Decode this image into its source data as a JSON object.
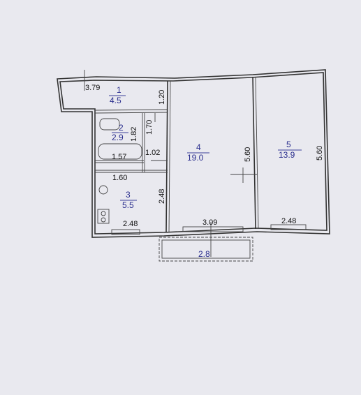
{
  "rooms": [
    {
      "number": "1",
      "area": "4.5"
    },
    {
      "number": "2",
      "area": "2.9"
    },
    {
      "number": "3",
      "area": "5.5"
    },
    {
      "number": "4",
      "area": "19.0"
    },
    {
      "number": "5",
      "area": "13.9"
    },
    {
      "area": "2.8"
    }
  ],
  "dimensions": {
    "hall_length": "3.79",
    "hall_width": "1.20",
    "bath_height": "1.82",
    "corridor_height": "1.70",
    "bath_width": "1.57",
    "corridor_width": "1.02",
    "kitchen_width_top": "1.60",
    "kitchen_height": "2.48",
    "kitchen_width_bottom": "2.48",
    "room4_height": "5.60",
    "room4_width": "3.09",
    "room5_height": "5.60",
    "room5_width": "2.48"
  },
  "colors": {
    "area_text": "#2a2e8e",
    "dim_text": "#111111",
    "paper": "#e9e9ef"
  }
}
